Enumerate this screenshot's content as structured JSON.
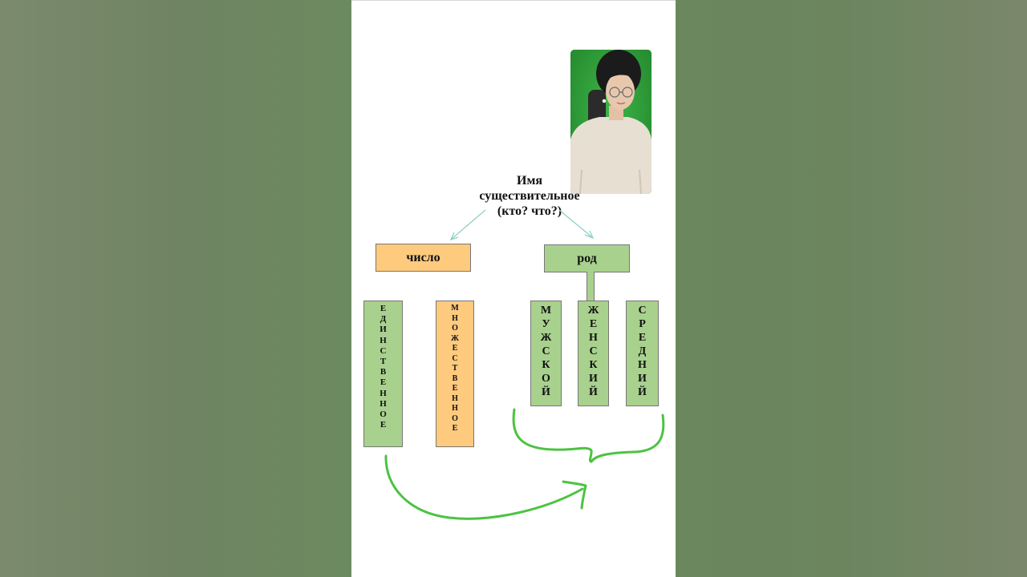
{
  "diagram": {
    "title_lines": [
      "Имя",
      "существительное",
      "(кто? что?)"
    ],
    "number": {
      "label": "число",
      "singular": "ЕДИНСТВЕННОЕ",
      "plural": "МНОЖЕСТВЕННОЕ"
    },
    "gender": {
      "label": "род",
      "masculine": "МУЖСКОЙ",
      "feminine": "ЖЕНСКИЙ",
      "neuter": "СРЕДНИЙ"
    }
  },
  "colors": {
    "green_box": "#a9d18e",
    "orange_box": "#fdca7e",
    "annotation_green": "#4cc341",
    "arrow_teal": "#8fd1c4",
    "webcam_background": "#2f9c3a"
  }
}
